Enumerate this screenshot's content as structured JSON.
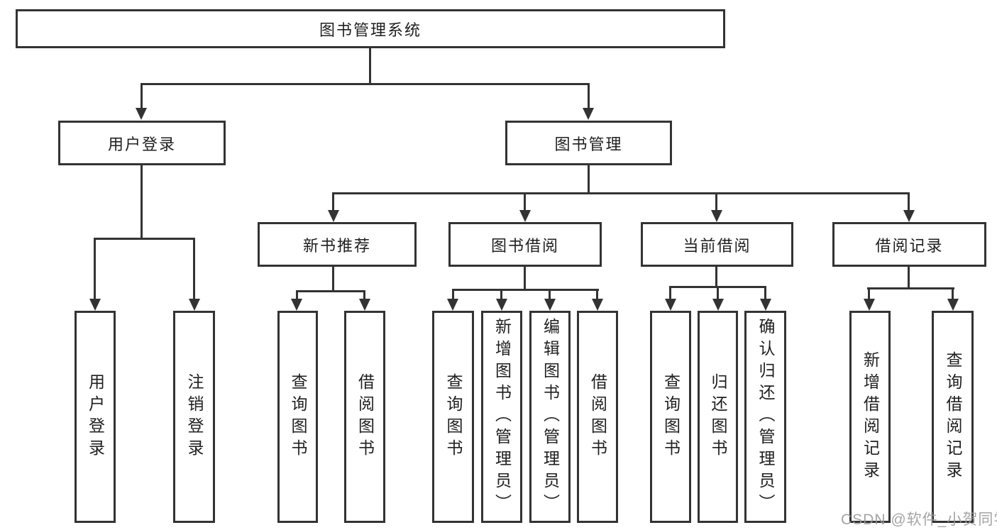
{
  "diagram_title": "图书管理系统",
  "tree": {
    "root": {
      "label": "图书管理系统"
    },
    "level2": [
      {
        "label": "用户登录"
      },
      {
        "label": "图书管理"
      }
    ],
    "level3": [
      {
        "label": "新书推荐",
        "parent": "图书管理"
      },
      {
        "label": "图书借阅",
        "parent": "图书管理"
      },
      {
        "label": "当前借阅",
        "parent": "图书管理"
      },
      {
        "label": "借阅记录",
        "parent": "图书管理"
      }
    ],
    "leaves": [
      {
        "label": "用户登录",
        "parent": "用户登录"
      },
      {
        "label": "注销登录",
        "parent": "用户登录"
      },
      {
        "label": "查询图书",
        "parent": "新书推荐"
      },
      {
        "label": "借阅图书",
        "parent": "新书推荐"
      },
      {
        "label": "查询图书",
        "parent": "图书借阅"
      },
      {
        "label": "新增图书（管理员）",
        "parent": "图书借阅"
      },
      {
        "label": "编辑图书（管理员）",
        "parent": "图书借阅"
      },
      {
        "label": "借阅图书",
        "parent": "图书借阅"
      },
      {
        "label": "查询图书",
        "parent": "当前借阅"
      },
      {
        "label": "归还图书",
        "parent": "当前借阅"
      },
      {
        "label": "确认归还（管理员）",
        "parent": "当前借阅"
      },
      {
        "label": "新增借阅记录",
        "parent": "借阅记录"
      },
      {
        "label": "查询借阅记录",
        "parent": "借阅记录"
      }
    ]
  },
  "watermark": {
    "text": "CSDN @软件_小贺同学"
  },
  "colors": {
    "line": "#333333",
    "text": "#1f1f1f",
    "background": "#ffffff",
    "watermark": "#9b9b9b"
  }
}
